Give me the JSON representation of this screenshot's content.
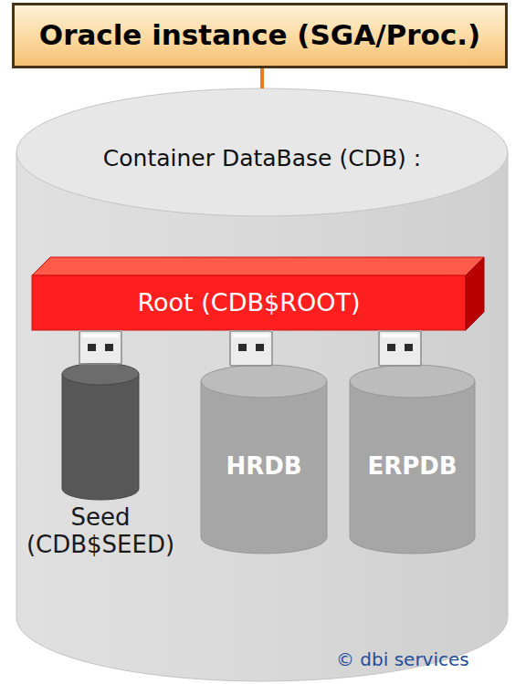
{
  "diagram": {
    "nodes": [
      {
        "text": [
          "Oracle instance (SGA/Proc.)"
        ]
      },
      {
        "text": [
          "Container DataBase (CDB) :"
        ]
      },
      {
        "text": [
          "Root (CDB$ROOT)"
        ],
        "in": 1
      },
      {
        "text": [
          "Seed (CDB$SEED)"
        ],
        "in": 1
      },
      {
        "text": [
          "HRDB"
        ],
        "in": 1
      },
      {
        "text": [
          "ERPDB"
        ],
        "in": 1
      }
    ],
    "edges": [
      {
        "from": 0,
        "to": 1,
        "arrow": "none"
      },
      {
        "from": 2,
        "to": 3,
        "arrow": "none"
      },
      {
        "from": 2,
        "to": 4,
        "arrow": "none"
      },
      {
        "from": 2,
        "to": 5,
        "arrow": "none"
      }
    ],
    "labels": [
      "© dbi services"
    ]
  }
}
